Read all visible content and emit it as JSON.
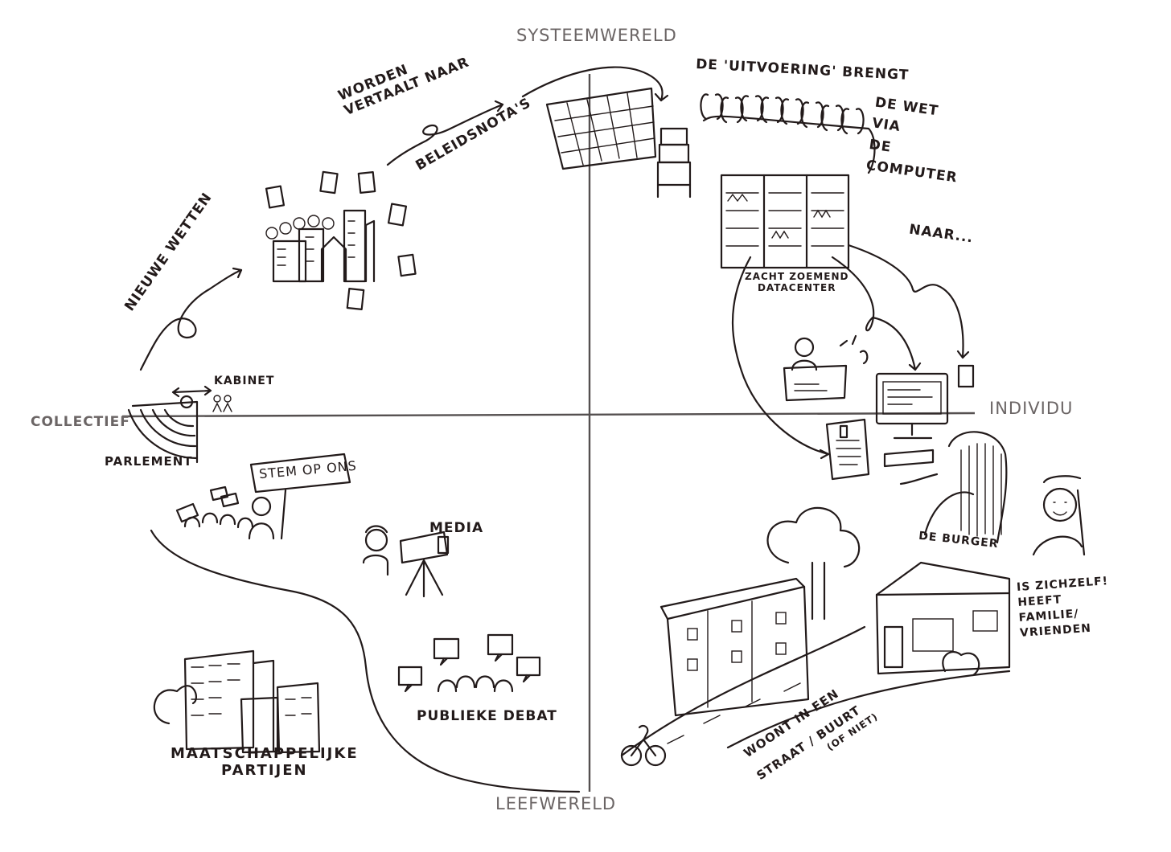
{
  "axes": {
    "top": "SYSTEEMWERELD",
    "bottom": "LEEFWERELD",
    "left": "COLLECTIEF",
    "right": "INDIVIDU"
  },
  "labels": {
    "nieuwe_wetten": "NIEUWE WETTEN",
    "worden_vertaalt": "WORDEN\nVERTAALT NAAR",
    "beleidsnotas": "BELEIDSNOTA'S",
    "uitvoering": "DE 'UITVOERING' BRENGT",
    "de_wet_via": "DE WET\nVIA\nDE\nCOMPUTER",
    "naar": "NAAR...",
    "datacenter": "ZACHT ZOEMEND\nDATACENTER",
    "kabinet": "KABINET",
    "parlement": "PARLEMENT",
    "stem_op_ons": "STEM OP ONS",
    "media": "MEDIA",
    "de_burger": "DE BURGER",
    "is_zichzelf": "IS ZICHZELF!\nHEEFT\nFAMILIE/\nVRIENDEN",
    "publieke_debat": "PUBLIEKE DEBAT",
    "maatschappelijke": "MAATSCHAPPELIJKE\nPARTIJEN",
    "woont_in_een": "WOONT IN EEN",
    "straat_buurt": "STRAAT / BUURT",
    "of_niet": "(OF NIET)"
  },
  "icons": [
    "parliament-icon",
    "government-buildings-icon",
    "policy-documents-icon",
    "office-building-icon",
    "server-stack-icon",
    "people-crowd-icon",
    "datacenter-rack-icon",
    "civil-servant-icon",
    "computer-monitor-icon",
    "letter-icon",
    "citizen-icon",
    "friend-icon",
    "protest-crowd-icon",
    "camera-icon",
    "speech-bubble-icon",
    "apartment-block-icon",
    "tree-icon",
    "house-icon",
    "cyclist-icon"
  ],
  "colors": {
    "ink": "#221a1a",
    "axis": "#555050",
    "paper": "#ffffff"
  }
}
